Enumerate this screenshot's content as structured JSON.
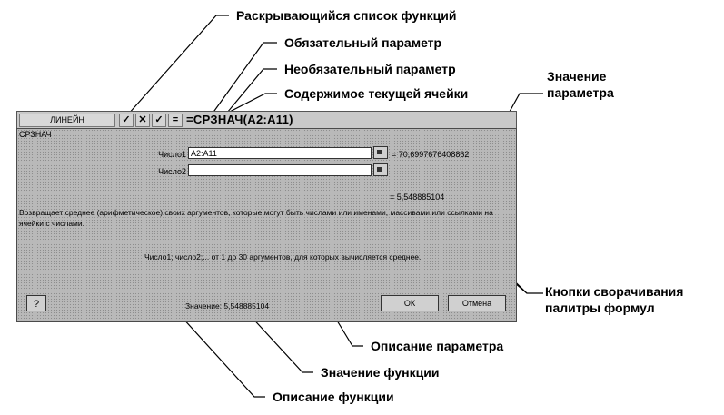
{
  "callouts": {
    "dropdown": "Раскрывающийся список функций",
    "required": "Обязательный параметр",
    "optional": "Необязательный параметр",
    "cell_content": "Содержимое текущей ячейки",
    "param_value": [
      "Значение",
      "параметра"
    ],
    "collapse_buttons": [
      "Кнопки сворачивания",
      "палитры формул"
    ],
    "param_description": "Описание параметра",
    "func_value": "Значение функции",
    "func_description": "Описание функции"
  },
  "formula_bar": {
    "name_box": "ЛИНЕЙН",
    "check": "✓",
    "cancel": "✕",
    "confirm": "✓",
    "equals": "=",
    "formula": "=СРЗНАЧ(A2:A11)"
  },
  "dialog": {
    "title": "СРЗНАЧ",
    "arg1_label": "Число1",
    "arg1_value": "A2:A11",
    "arg1_result": "= 70,6997676408862",
    "arg2_label": "Число2",
    "arg2_value": "",
    "total_result": "= 5,548885104",
    "function_description": "Возвращает среднее (арифметическое) своих аргументов, которые могут быть числами или именами, массивами или ссылками на ячейки с числами.",
    "param_description": "Число1; число2;... от 1 до 30 аргументов, для которых вычисляется среднее.",
    "value_line": "Значение: 5,548885104",
    "help": "?",
    "ok": "ОК",
    "cancel": "Отмена"
  }
}
